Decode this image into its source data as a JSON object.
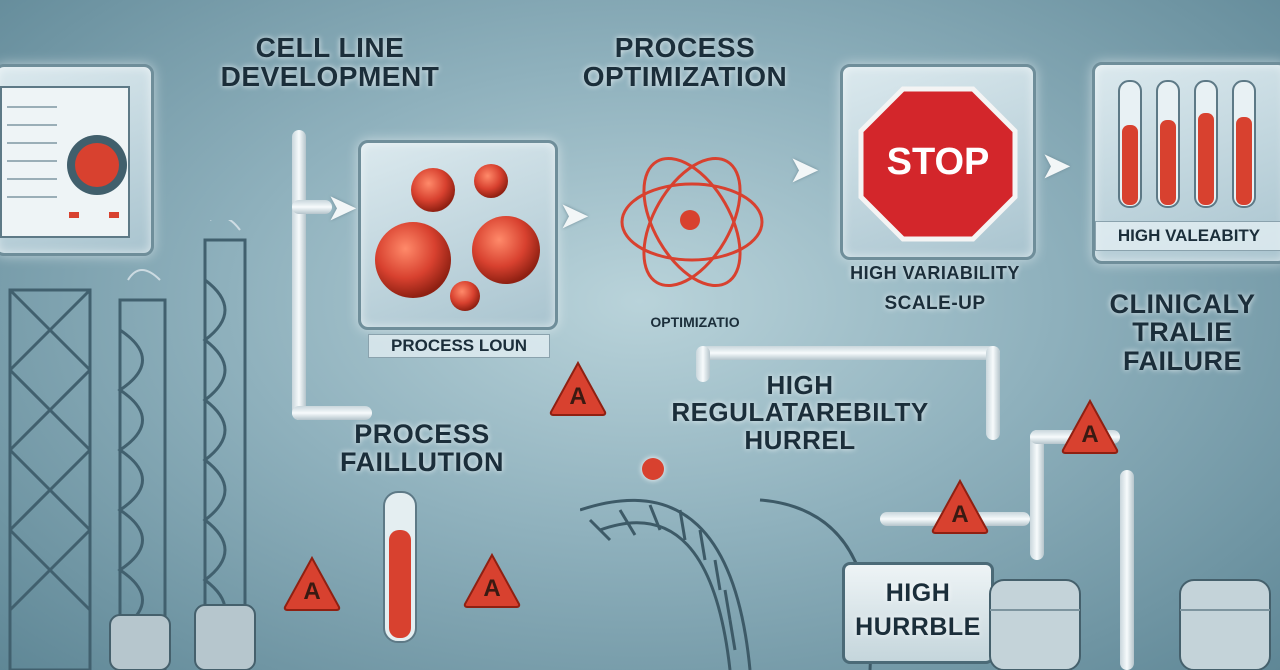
{
  "labels": {
    "cell_line_development": "CELL LINE\nDEVELOPMENT",
    "process_optimization": "PROCESS\nOPTIMIZATION",
    "process_loun": "PROCESS LOUN",
    "optimization_caption": "OPTIMIZATIO",
    "high_variability": "HIGH VARIABILITY",
    "scale_up": "SCALE-UP",
    "high_valeabity": "HIGH VALEABITY",
    "clinicaly": "CLINICALY\nTRALIE\nFAILURE",
    "process_faillution": "PROCESS\nFAILLUTION",
    "high_regulatarebity": "HIGH\nREGULATAREBILTY\nHURREL",
    "high_hurrble": "HIGH\nHURRBLE"
  },
  "stop_sign": {
    "text": "STOP"
  },
  "warning_icon": {
    "glyph": "A"
  },
  "colors": {
    "accent_red": "#d8412f",
    "stop_red": "#d3262b",
    "background": "#8fb1bd",
    "text_dark": "#1b2e3a"
  },
  "icons": [
    "monitor-icon",
    "cells-icon",
    "atom-icon",
    "stop-sign-icon",
    "test-tubes-icon",
    "warning-icon",
    "test-tube-icon",
    "spiral-staircase-icon",
    "industrial-tower-icon",
    "tank-icon"
  ]
}
